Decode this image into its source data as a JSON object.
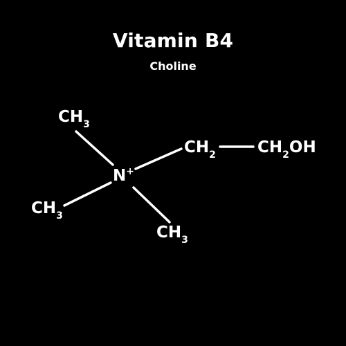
{
  "header": {
    "title": "Vitamin B4",
    "subtitle": "Choline"
  },
  "atoms": {
    "ch3_top": {
      "main": "CH",
      "sub": "3"
    },
    "ch3_left": {
      "main": "CH",
      "sub": "3"
    },
    "ch3_bottom": {
      "main": "CH",
      "sub": "3"
    },
    "nitrogen": {
      "main": "N",
      "sup": "+"
    },
    "ch2": {
      "main": "CH",
      "sub": "2"
    },
    "ch2oh": {
      "main": "CH",
      "sub": "2",
      "tail": "OH"
    }
  },
  "colors": {
    "background": "#000000",
    "foreground": "#ffffff"
  }
}
